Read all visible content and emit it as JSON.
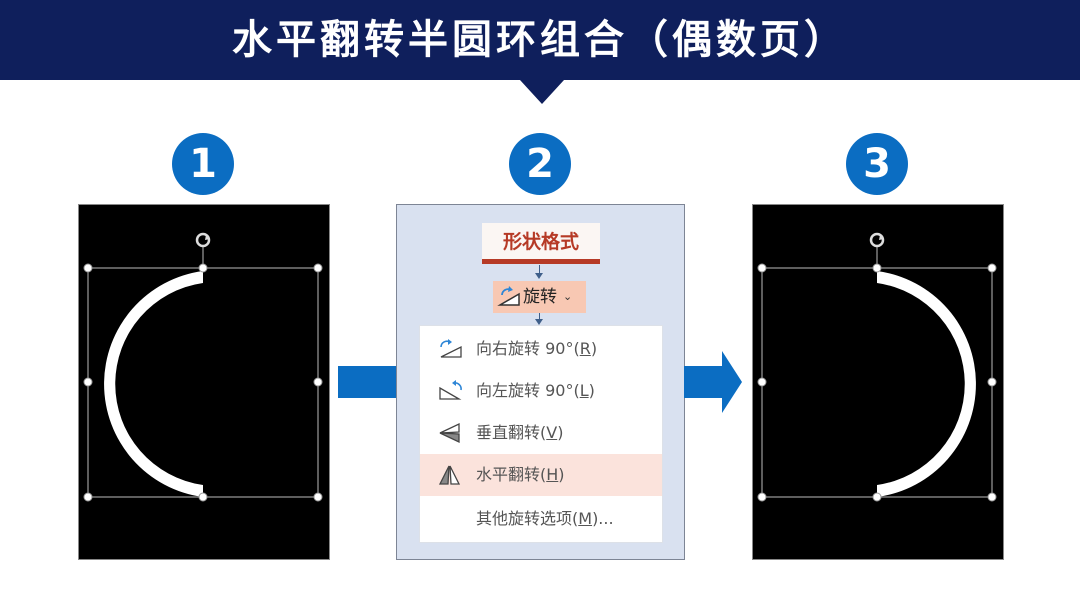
{
  "header": {
    "title": "水平翻转半圆环组合（偶数页）",
    "background_color": "#0f1f5c"
  },
  "steps": [
    {
      "number": "1",
      "description": "original left-facing half ring shape selected"
    },
    {
      "number": "2",
      "description": "shape format rotate menu"
    },
    {
      "number": "3",
      "description": "result right-facing half ring after horizontal flip"
    }
  ],
  "ribbon": {
    "tab_label": "形状格式",
    "rotate_button_label": "旋转",
    "rotate_button_chevron": "⌄"
  },
  "rotate_menu": {
    "items": [
      {
        "label": "向右旋转 90°(",
        "accel": "R",
        "suffix": ")",
        "icon": "rotate-right-90-icon",
        "active": false
      },
      {
        "label": "向左旋转 90°(",
        "accel": "L",
        "suffix": ")",
        "icon": "rotate-left-90-icon",
        "active": false
      },
      {
        "label": "垂直翻转(",
        "accel": "V",
        "suffix": ")",
        "icon": "flip-vertical-icon",
        "active": false
      },
      {
        "label": "水平翻转(",
        "accel": "H",
        "suffix": ")",
        "icon": "flip-horizontal-icon",
        "active": true
      },
      {
        "label": "其他旋转选项(",
        "accel": "M",
        "suffix": ")...",
        "icon": "",
        "active": false
      }
    ]
  },
  "colors": {
    "accent_blue": "#0b6dc2",
    "tab_red": "#b63a26",
    "highlight": "#fbe3dc",
    "rotate_button_bg": "#f8c8b3",
    "panel_bg": "#d9e1f0"
  }
}
